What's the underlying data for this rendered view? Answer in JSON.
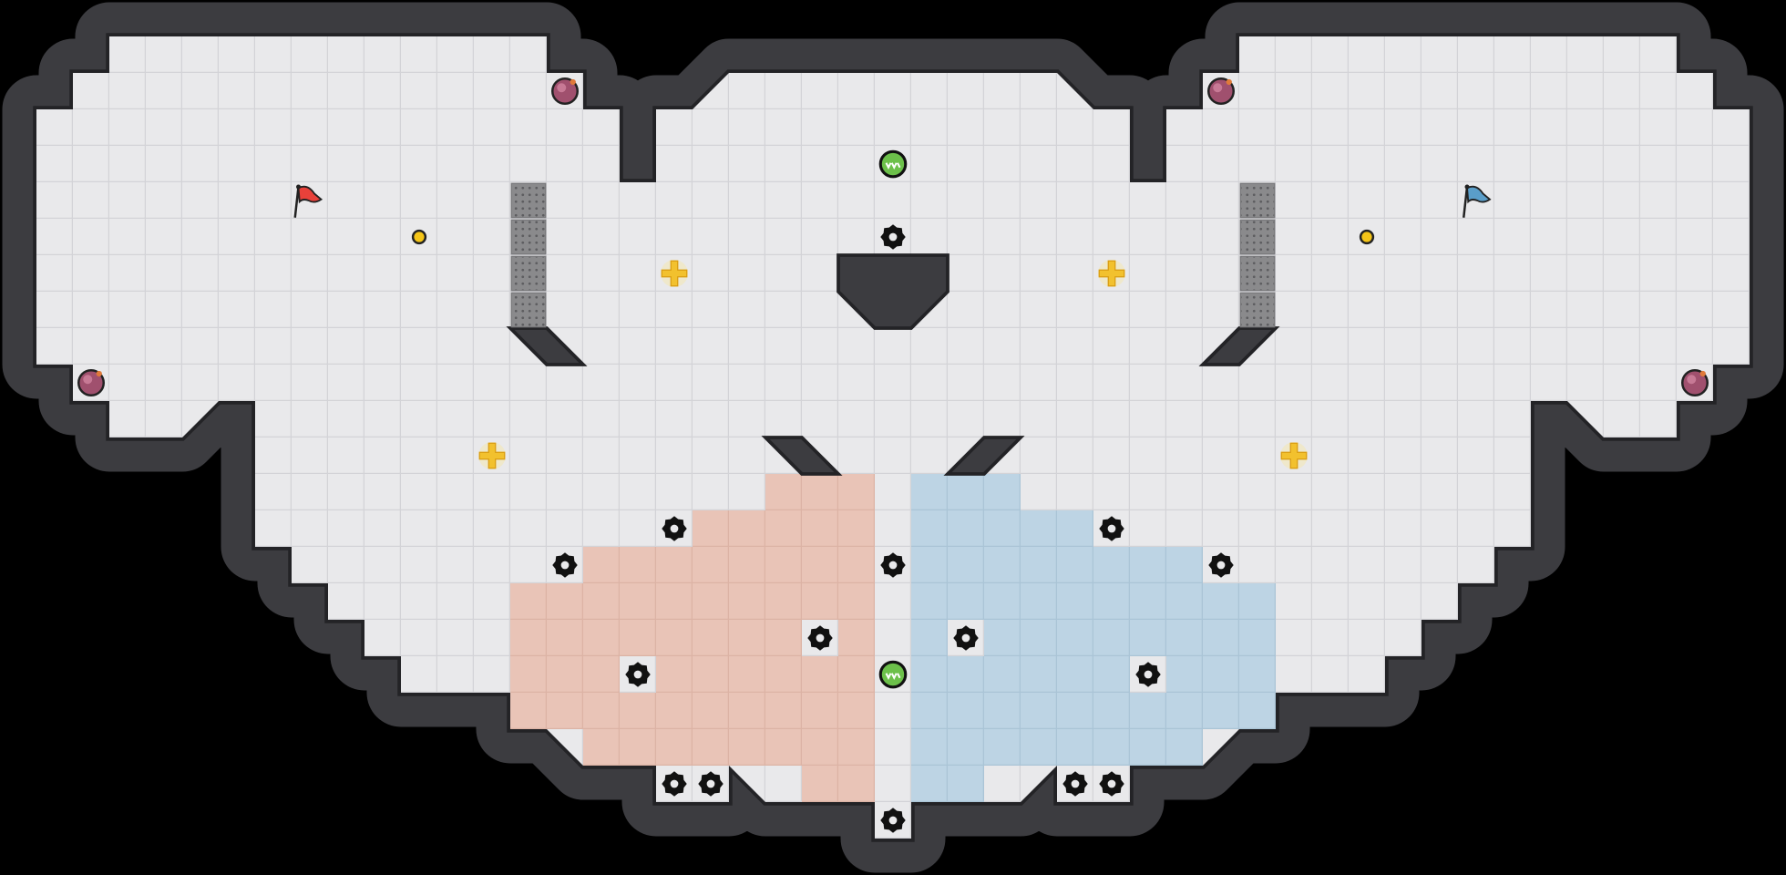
{
  "map": {
    "colors": {
      "background": "#000000",
      "floor": "#e9e9eb",
      "grid_line": "#d3d3d7",
      "wall": "#3c3c40",
      "wall_edge": "#232326",
      "red_zone": "#e9c4b7",
      "blue_zone": "#bdd4e4",
      "gate": "#8a8a8c",
      "red_flag": "#e8413a",
      "blue_flag": "#5a9ec9",
      "boost": "#f2c12e",
      "bomb": "#a0506e",
      "powerup": "#6cc04a",
      "spike": "#111111",
      "marker": "#f5c518"
    },
    "objects": [
      "red-flag",
      "blue-flag",
      "spike",
      "bomb",
      "boost",
      "powerup",
      "gate",
      "marker"
    ]
  }
}
